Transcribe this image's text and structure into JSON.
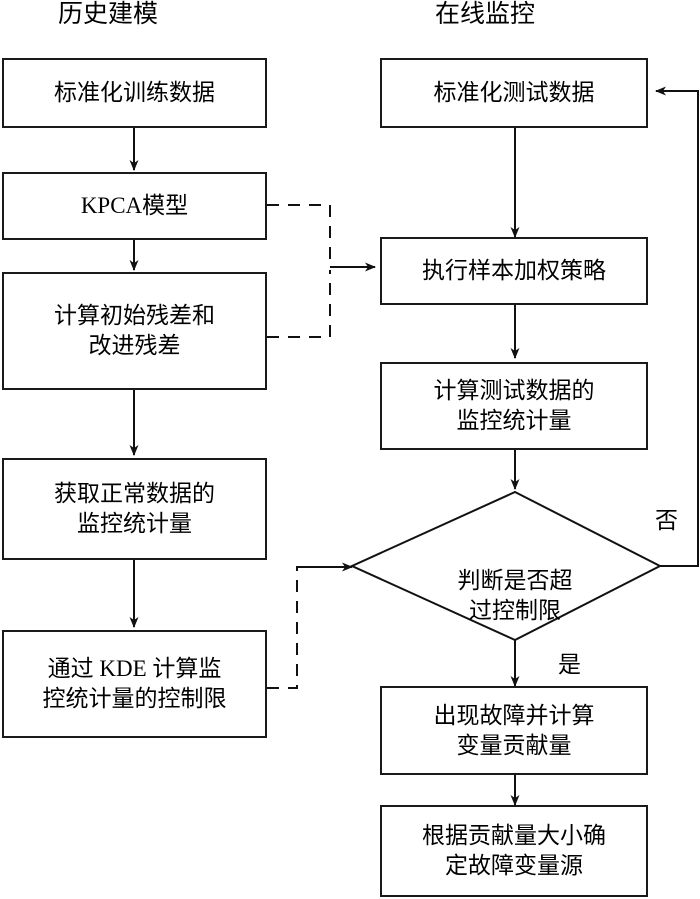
{
  "diagram": {
    "type": "flowchart",
    "title_left": "历史建模",
    "title_right": "在线监控",
    "edge_labels": {
      "no": "否",
      "yes": "是"
    },
    "columns": [
      {
        "name": "historical-modeling",
        "title": "历史建模",
        "nodes": [
          {
            "id": "standardized-training-data",
            "shape": "rect",
            "text": "标准化训练数据"
          },
          {
            "id": "kpca-model",
            "shape": "rect",
            "text": "KPCA模型"
          },
          {
            "id": "compute-initial-and-improved-residual",
            "shape": "rect",
            "text": "计算初始残差和\n改进残差"
          },
          {
            "id": "obtain-normal-data-statistics",
            "shape": "rect",
            "text": "获取正常数据的\n监控统计量"
          },
          {
            "id": "kde-control-limit",
            "shape": "rect",
            "text": "通过 KDE 计算监\n控统计量的控制限"
          }
        ]
      },
      {
        "name": "online-monitoring",
        "title": "在线监控",
        "nodes": [
          {
            "id": "standardized-test-data",
            "shape": "rect",
            "text": "标准化测试数据"
          },
          {
            "id": "sample-weighting-strategy",
            "shape": "rect",
            "text": "执行样本加权策略"
          },
          {
            "id": "compute-test-data-statistics",
            "shape": "rect",
            "text": "计算测试数据的\n监控统计量"
          },
          {
            "id": "exceed-control-limit-decision",
            "shape": "diamond",
            "text": "判断是否超\n过控制限"
          },
          {
            "id": "fault-and-variable-contribution",
            "shape": "rect",
            "text": "出现故障并计算\n变量贡献量"
          },
          {
            "id": "identify-fault-variable-source",
            "shape": "rect",
            "text": "根据贡献量大小确\n定故障变量源"
          }
        ]
      }
    ],
    "colors": {
      "stroke": "#1a1a1a",
      "text": "#000000",
      "background": "#ffffff"
    }
  }
}
